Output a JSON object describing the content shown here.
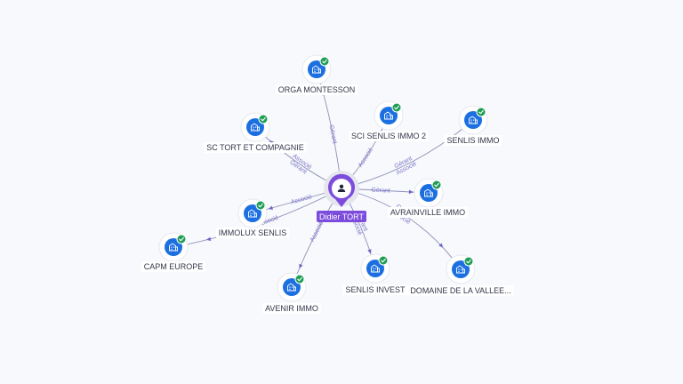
{
  "center": {
    "name": "Didier TORT",
    "icon": "person-icon"
  },
  "nodes": [
    {
      "id": "orga-montesson",
      "label": "ORGA MONTESSON",
      "icon": "company-icon",
      "verified": true
    },
    {
      "id": "sc-tort-et-compagnie",
      "label": "SC TORT ET COMPAGNIE",
      "icon": "company-icon",
      "verified": true
    },
    {
      "id": "sci-senlis-immo-2",
      "label": "SCI SENLIS IMMO 2",
      "icon": "company-icon",
      "verified": true
    },
    {
      "id": "senlis-immo",
      "label": "SENLIS IMMO",
      "icon": "company-icon",
      "verified": true
    },
    {
      "id": "avrainville-immo",
      "label": "AVRAINVILLE IMMO",
      "icon": "company-icon",
      "verified": true
    },
    {
      "id": "immolux-senlis",
      "label": "IMMOLUX SENLIS",
      "icon": "company-icon",
      "verified": true
    },
    {
      "id": "capm-europe",
      "label": "CAPM EUROPE",
      "icon": "company-icon",
      "verified": true
    },
    {
      "id": "avenir-immo",
      "label": "AVENIR IMMO",
      "icon": "company-icon",
      "verified": true
    },
    {
      "id": "senlis-invest",
      "label": "SENLIS INVEST",
      "icon": "company-icon",
      "verified": true
    },
    {
      "id": "domaine-de-la-vallee",
      "label": "DOMAINE DE LA VALLEE...",
      "icon": "company-icon",
      "verified": true
    }
  ],
  "edges": [
    {
      "target": "orga-montesson",
      "labels": [
        "Gérant"
      ]
    },
    {
      "target": "sc-tort-et-compagnie",
      "labels": [
        "Gérant",
        "Associé"
      ]
    },
    {
      "target": "sci-senlis-immo-2",
      "labels": [
        "Associé"
      ]
    },
    {
      "target": "senlis-immo",
      "labels": [
        "Gérant",
        "Associé"
      ]
    },
    {
      "target": "avrainville-immo",
      "labels": [
        "Gérant"
      ]
    },
    {
      "target": "immolux-senlis",
      "labels": [
        "Associé"
      ]
    },
    {
      "target": "capm-europe",
      "labels": [
        "Associé"
      ]
    },
    {
      "target": "avenir-immo",
      "labels": [
        "Associé"
      ]
    },
    {
      "target": "senlis-invest",
      "labels": [
        "Gérant",
        "Associé"
      ]
    },
    {
      "target": "domaine-de-la-vallee",
      "labels": [
        "Gérant",
        "Associé"
      ]
    }
  ],
  "colors": {
    "company": "#1c6fe0",
    "verified": "#1f9d55",
    "person": "#7c4ddc",
    "edge": "#8e90b8",
    "edge_label": "#7a73c9"
  }
}
